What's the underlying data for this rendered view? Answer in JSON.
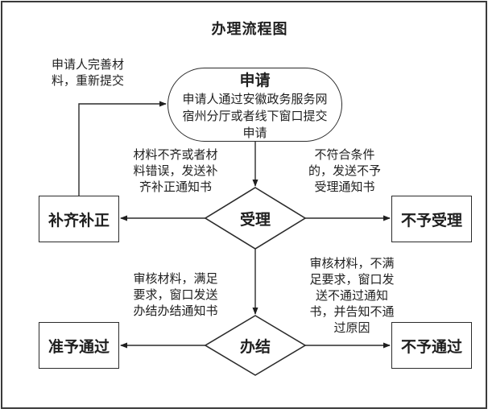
{
  "diagram": {
    "title": "办理流程图"
  },
  "nodes": {
    "apply": {
      "title": "申请",
      "body": "申请人通过安徽政务服务网\n宿州分厅或者线下窗口提交\n申请"
    },
    "accept": {
      "label": "受理"
    },
    "supplement": {
      "label": "补齐补正"
    },
    "not_accept": {
      "label": "不予受理"
    },
    "complete": {
      "label": "办结"
    },
    "approve": {
      "label": "准予通过"
    },
    "not_approve": {
      "label": "不予通过"
    }
  },
  "edge_labels": {
    "resubmit": "申请人完善材\n料，重新提交",
    "to_supplement": "材料不齐或者材\n料错误，发送补\n齐补正通知书",
    "to_not_accept": "不符合条件\n的，发送不予\n受理通知书",
    "to_approve": "审核材料，满足\n要求，窗口发送\n办结办结通知书",
    "to_not_approve": "审核材料，不满\n足要求，窗口发\n送不通过通知\n书，并告知不通\n过原因"
  },
  "colors": {
    "stroke": "#2b2b2b",
    "text": "#1f1f1f",
    "background": "#ffffff",
    "frame": "#3a3a3a"
  }
}
